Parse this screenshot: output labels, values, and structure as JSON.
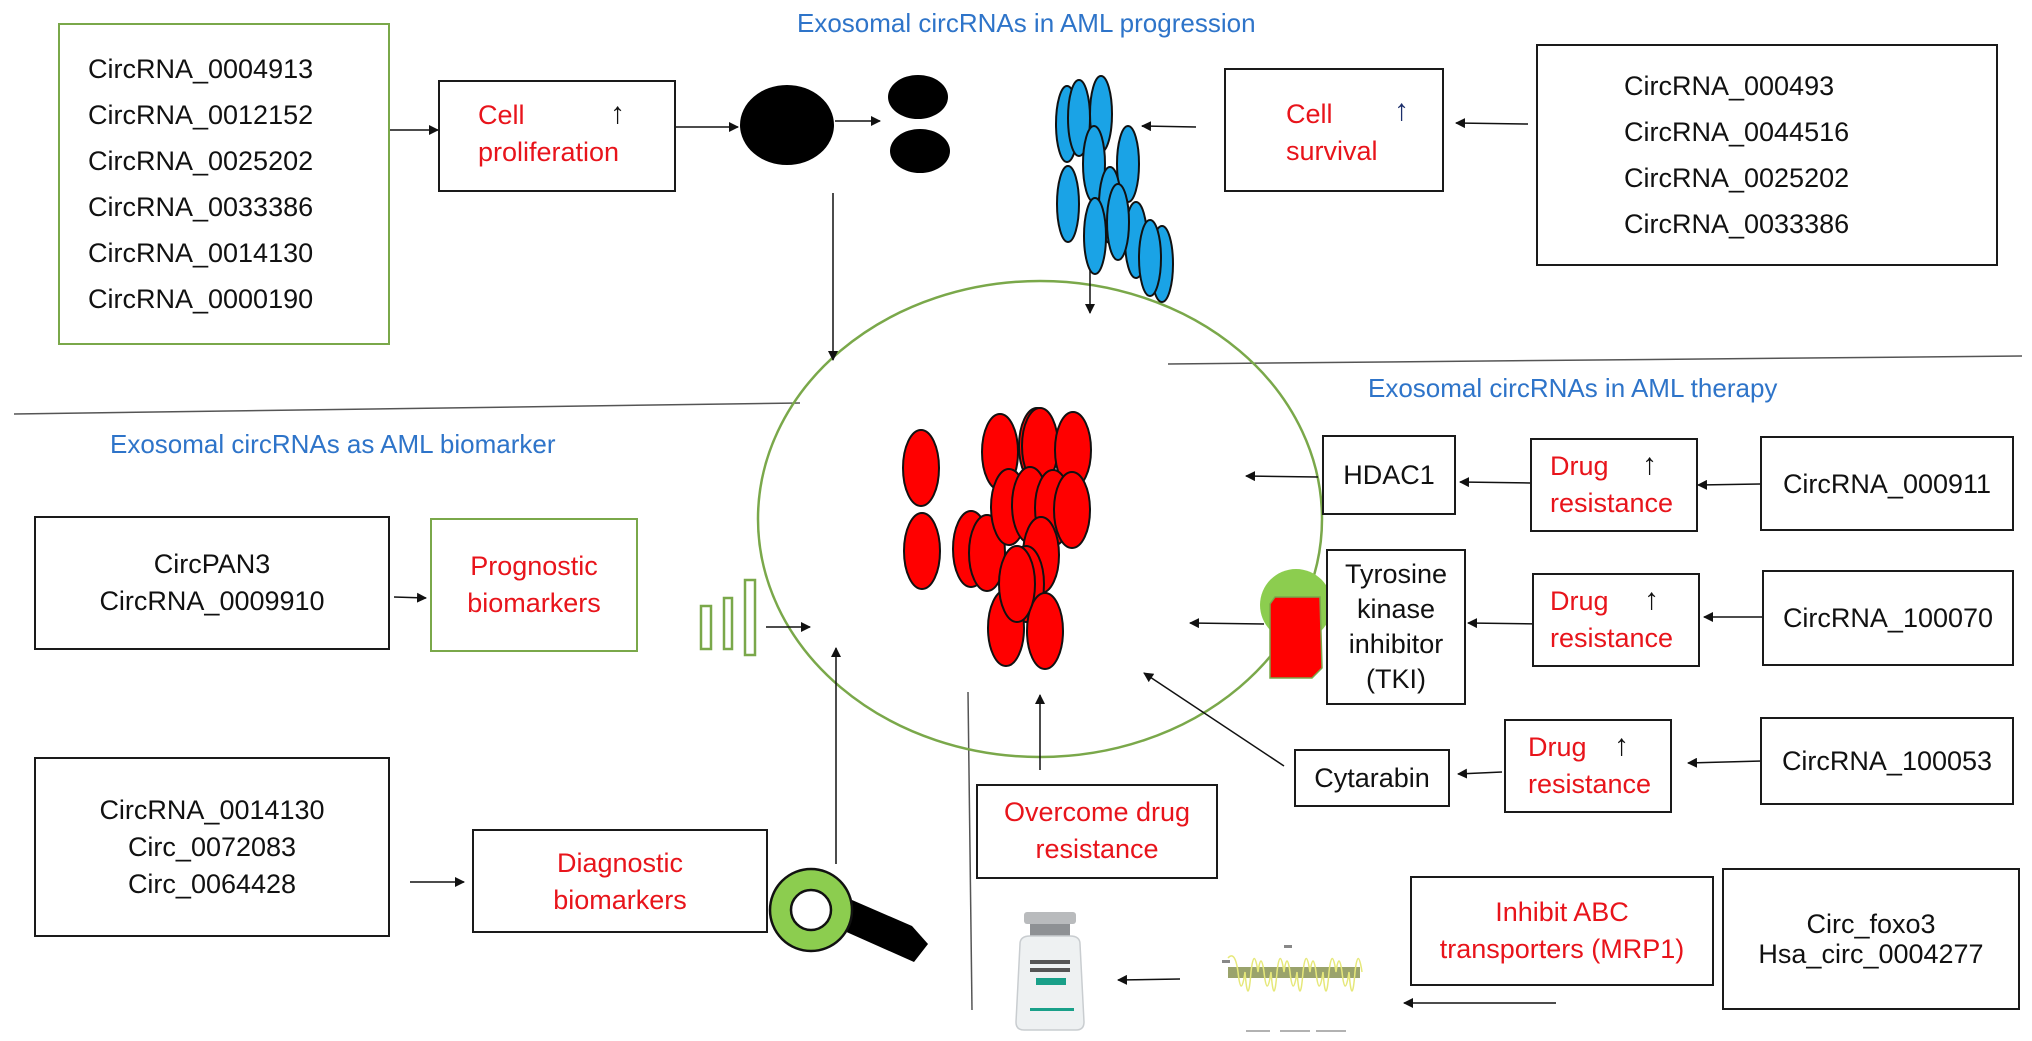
{
  "sections": {
    "progression_title": "Exosomal circRNAs in AML progression",
    "therapy_title": "Exosomal circRNAs in AML therapy",
    "biomarker_title": "Exosomal circRNAs as AML biomarker"
  },
  "progression": {
    "proliferation_circrnas": [
      "CircRNA_0004913",
      "CircRNA_0012152",
      "CircRNA_0025202",
      "CircRNA_0033386",
      "CircRNA_0014130",
      "CircRNA_0000190"
    ],
    "proliferation_effect": {
      "line1": "Cell",
      "line2": "proliferation",
      "indicator": "↑"
    },
    "survival_effect": {
      "line1": "Cell",
      "line2": "survival",
      "indicator": "↑"
    },
    "survival_circrnas": [
      "CircRNA_000493",
      "CircRNA_0044516",
      "CircRNA_0025202",
      "CircRNA_0033386"
    ]
  },
  "therapy": {
    "rows": [
      {
        "circrna": "CircRNA_000911",
        "effect_line1": "Drug",
        "effect_line2": "resistance",
        "indicator": "↑",
        "target": "HDAC1"
      },
      {
        "circrna": "CircRNA_100070",
        "effect_line1": "Drug",
        "effect_line2": "resistance",
        "indicator": "↑",
        "target": [
          "Tyrosine",
          "kinase",
          "inhibitor",
          "(TKI)"
        ]
      },
      {
        "circrna": "CircRNA_100053",
        "effect_line1": "Drug",
        "effect_line2": "resistance",
        "indicator": "↑",
        "target": "Cytarabin"
      }
    ],
    "overcome": {
      "line1": "Overcome drug",
      "line2": "resistance"
    },
    "abc": {
      "line1": "Inhibit ABC",
      "line2": "transporters (MRP1)"
    },
    "abc_circrnas": [
      "Circ_foxo3",
      "Hsa_circ_0004277"
    ]
  },
  "biomarker": {
    "prognostic_circrnas": [
      "CircPAN3",
      "CircRNA_0009910"
    ],
    "prognostic": {
      "line1": "Prognostic",
      "line2": "biomarkers"
    },
    "diagnostic_circrnas": [
      "CircRNA_0014130",
      "Circ_0072083",
      "Circ_0064428"
    ],
    "diagnostic": {
      "line1": "Diagnostic",
      "line2": "biomarkers"
    }
  },
  "icons": {
    "cell_division": "cell-division-icon",
    "blue_cells": "blue-cell-cluster-icon",
    "red_cells": "red-leukemia-cell-cluster-icon",
    "bar_chart": "bar-chart-icon",
    "magnifier": "magnifying-glass-icon",
    "receptor": "tki-receptor-icon",
    "vial": "drug-vial-icon",
    "membrane": "mrp1-membrane-transporter-icon"
  },
  "colors": {
    "title_blue": "#2e74c9",
    "effect_red": "#e8141b",
    "border_green": "#7aa84a",
    "cell_blue": "#1aa3e6",
    "cell_red": "#ff0000",
    "magnifier_green": "#8ccd4f"
  }
}
